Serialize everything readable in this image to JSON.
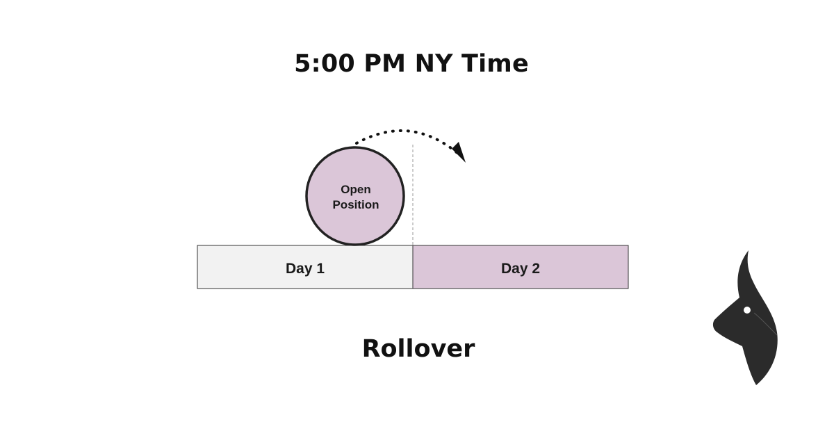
{
  "header": {
    "title": "5:00 PM NY Time"
  },
  "diagram": {
    "day1_label": "Day 1",
    "day2_label": "Day 2",
    "position_line1": "Open",
    "position_line2": "Position"
  },
  "footer": {
    "caption": "Rollover"
  },
  "colors": {
    "day1_fill": "#f2f2f2",
    "day2_fill": "#dbc6d8",
    "circle_fill": "#dbc6d8",
    "outline": "#222222",
    "logo": "#2b2b2b"
  },
  "icons": {
    "logo": "goat-head-logo-icon",
    "arrow": "dotted-curved-arrow-icon"
  }
}
